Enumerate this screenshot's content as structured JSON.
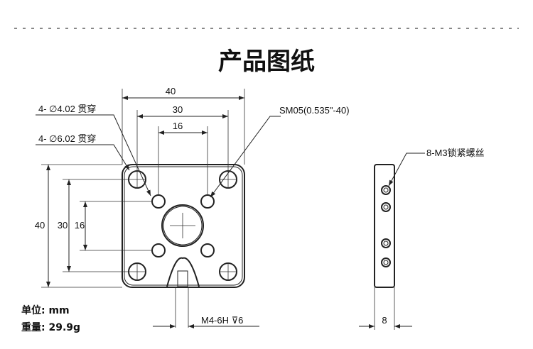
{
  "title": "产品图纸",
  "dimensions": {
    "width_40": "40",
    "width_30": "30",
    "width_16": "16",
    "height_40": "40",
    "height_30": "30",
    "height_16": "16",
    "side_thickness": "8"
  },
  "callouts": {
    "hole_4_02": "4- ∅4.02 贯穿",
    "hole_6_02": "4- ∅6.02 贯穿",
    "thread": "SM05(0.535\"-40)",
    "lock_screws": "8-M3锁紧螺丝",
    "tap": "M4-6H ⊽6"
  },
  "specs": {
    "unit": "单位: mm",
    "weight": "重量: 29.9g"
  }
}
